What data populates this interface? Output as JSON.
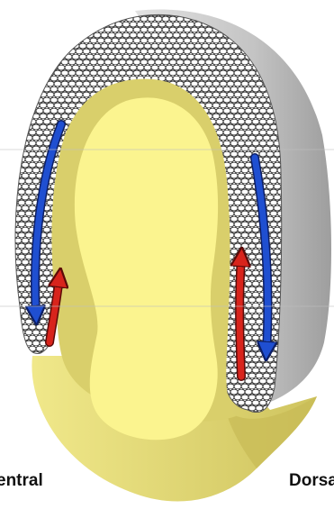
{
  "labels": {
    "left": "entral",
    "right": "Dorsa"
  },
  "colors": {
    "yolk": "#fbf48f",
    "yolk_shadow": "#d8cf6a",
    "cell_layer": "#d9d9d9",
    "outer_surface": "#c9c9c9",
    "cell_outline": "#2b2b2b",
    "arrow_blue": "#1f4fd1",
    "arrow_red": "#d8241c"
  },
  "arrows": [
    {
      "id": "left-blue",
      "color": "blue",
      "direction": "down"
    },
    {
      "id": "left-red",
      "color": "red",
      "direction": "up"
    },
    {
      "id": "right-blue",
      "color": "blue",
      "direction": "down"
    },
    {
      "id": "right-red",
      "color": "red",
      "direction": "up"
    }
  ]
}
